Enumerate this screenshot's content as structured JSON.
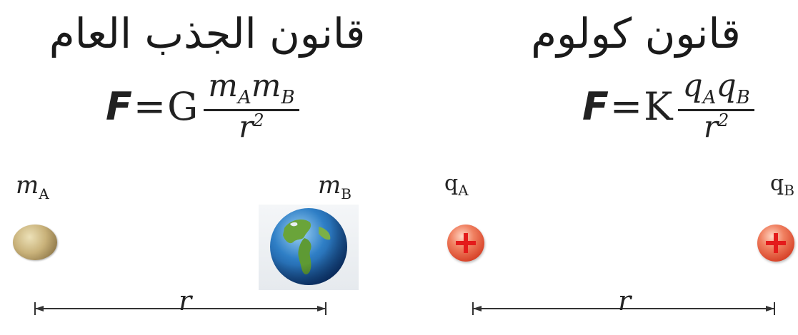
{
  "gravity": {
    "title": "قانون الجذب العام",
    "formula": {
      "lhs": "F",
      "eq": "=",
      "constant": "G",
      "num_a": "m",
      "num_a_sub": "A",
      "num_b": "m",
      "num_b_sub": "B",
      "den": "r",
      "den_sup": "2"
    },
    "body_a": {
      "symbol": "m",
      "sub": "A"
    },
    "body_b": {
      "symbol": "m",
      "sub": "B"
    },
    "distance": "r"
  },
  "coulomb": {
    "title": "قانون كولوم",
    "formula": {
      "lhs": "F",
      "eq": "=",
      "constant": "K",
      "num_a": "q",
      "num_a_sub": "A",
      "num_b": "q",
      "num_b_sub": "B",
      "den": "r",
      "den_sup": "2"
    },
    "charge_a": {
      "symbol": "q",
      "sub": "A"
    },
    "charge_b": {
      "symbol": "q",
      "sub": "B"
    },
    "distance": "r"
  },
  "colors": {
    "charge": "#d8442a",
    "plus_sign": "#e41b1b",
    "ocean": "#2f7fc6",
    "land": "#6aa43a"
  },
  "icons": {
    "moon": "moon-icon",
    "earth": "earth-icon",
    "positive_charge": "plus-charge-icon"
  }
}
